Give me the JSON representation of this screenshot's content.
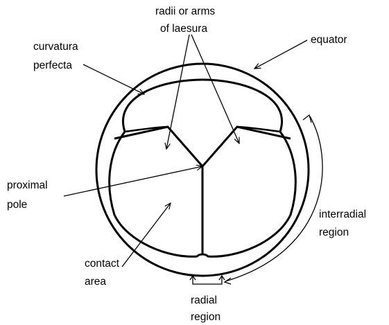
{
  "labels": {
    "radii_line1": "radii or arms",
    "radii_line2": "of laesura",
    "equator": "equator",
    "curvatura_line1": "curvatura",
    "curvatura_line2": "perfecta",
    "proximal_line1": "proximal",
    "proximal_line2": "pole",
    "interradial_line1": "interradial",
    "interradial_line2": "region",
    "contact_line1": "contact",
    "contact_line2": "area",
    "radial_line1": "radial",
    "radial_line2": "region"
  },
  "colors": {
    "line": "#000000",
    "background": "#ffffff"
  }
}
